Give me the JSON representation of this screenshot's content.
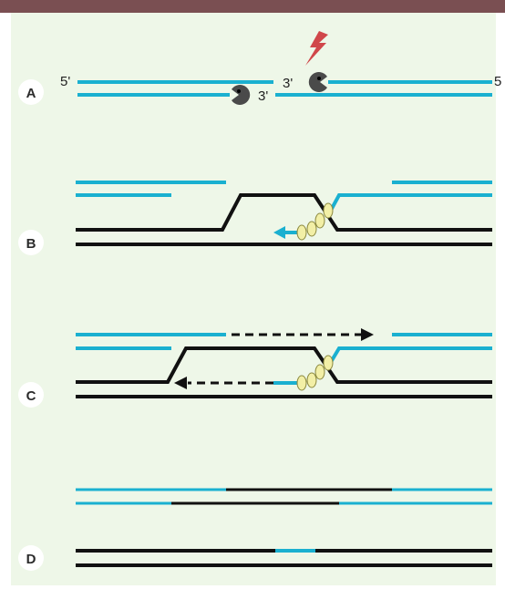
{
  "colors": {
    "top_bar": "#7a4f52",
    "background": "#eef7e8",
    "cyan_strand": "#1ab0d0",
    "black_strand": "#111111",
    "nuclease": "#4a4a4a",
    "lightning": "#d0474a",
    "protein_fill": "#f2efa6",
    "protein_stroke": "#8c8a40"
  },
  "icons": {
    "break": "lightning-bolt-icon",
    "nuclease": "pacman-nuclease-icon",
    "strand_exchange_protein": "yellow-oval-cluster"
  },
  "panels": [
    {
      "id": "A",
      "label": "A",
      "end_labels": {
        "left_5prime": "5'",
        "break_3prime_top": "3'",
        "break_3prime_bottom": "3'",
        "right_5prime": "5"
      }
    },
    {
      "id": "B",
      "label": "B"
    },
    {
      "id": "C",
      "label": "C"
    },
    {
      "id": "D",
      "label": "D"
    }
  ]
}
